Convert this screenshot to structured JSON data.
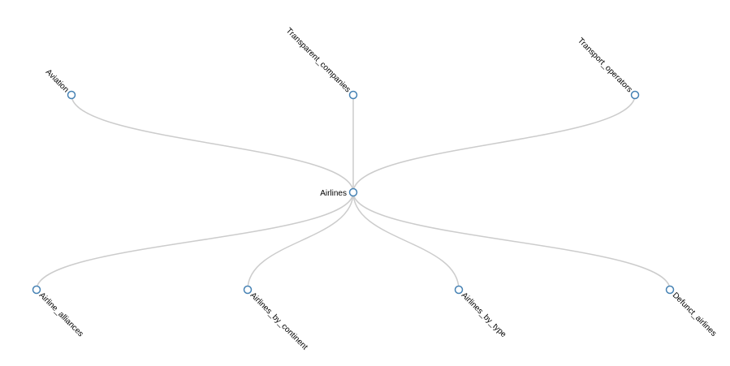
{
  "diagram": {
    "root": {
      "label": "Airlines"
    },
    "parents": [
      {
        "label": "Aviation"
      },
      {
        "label": "Transparent_companies"
      },
      {
        "label": "Transport_operators"
      }
    ],
    "children": [
      {
        "label": "Airline_alliances"
      },
      {
        "label": "Airlines_by_continent"
      },
      {
        "label": "Airlines_by_type"
      },
      {
        "label": "Defunct_airlines"
      }
    ],
    "colors": {
      "link": "#cccccc",
      "node_stroke": "#4682b4",
      "node_fill": "#ffffff",
      "text": "#000000"
    }
  }
}
